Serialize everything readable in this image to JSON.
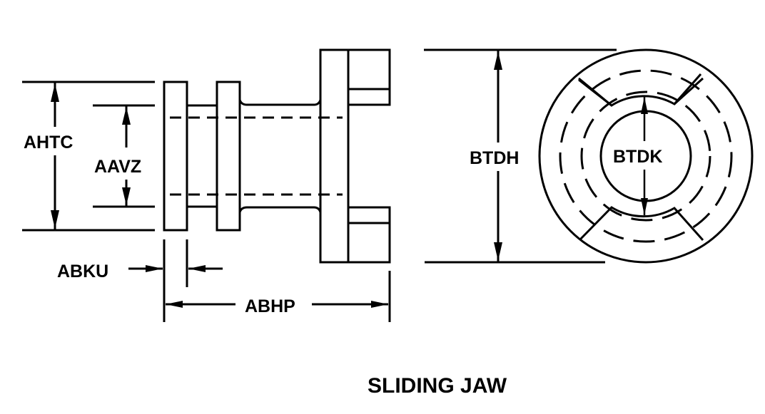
{
  "drawing": {
    "title": "SLIDING JAW",
    "line_color": "#000000",
    "background": "#ffffff",
    "dimensions": {
      "ahtc": "AHTC",
      "aavz": "AAVZ",
      "abku": "ABKU",
      "abhp": "ABHP",
      "btdh": "BTDH",
      "btdk": "BTDK"
    }
  }
}
